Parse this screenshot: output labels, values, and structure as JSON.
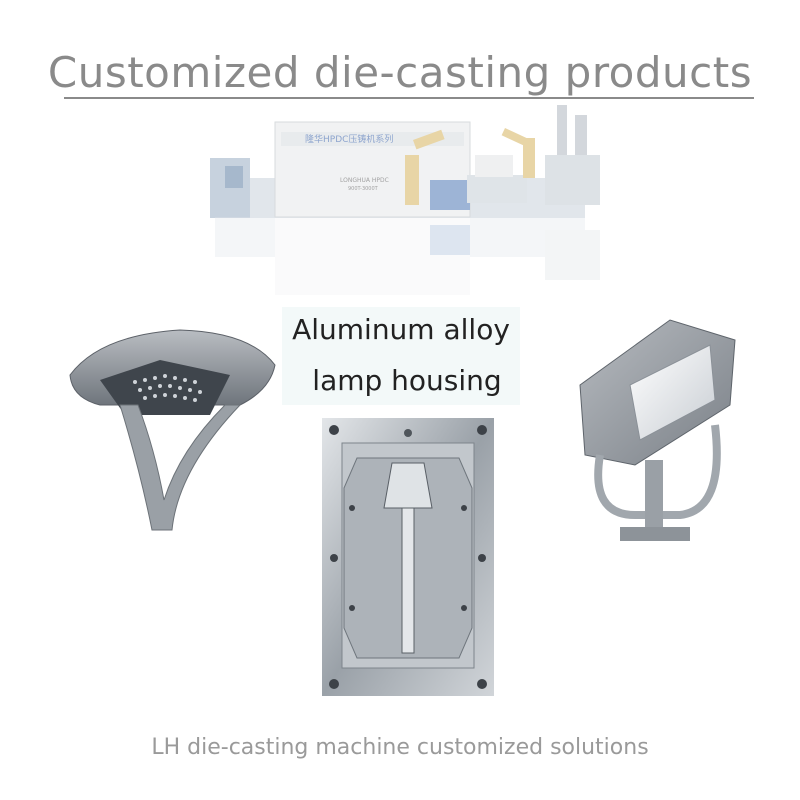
{
  "header": {
    "title": "Customized die-casting products"
  },
  "machine": {
    "brand_cn": "隆华HPDC压铸机系列",
    "brand_en": "LONGHUA HPDC",
    "model_range": "900T-3000T",
    "accent": "#c8a85a"
  },
  "caption": {
    "line1": "Aluminum alloy",
    "line2": "lamp housing"
  },
  "footer": {
    "text": "LH die-casting machine customized solutions"
  }
}
